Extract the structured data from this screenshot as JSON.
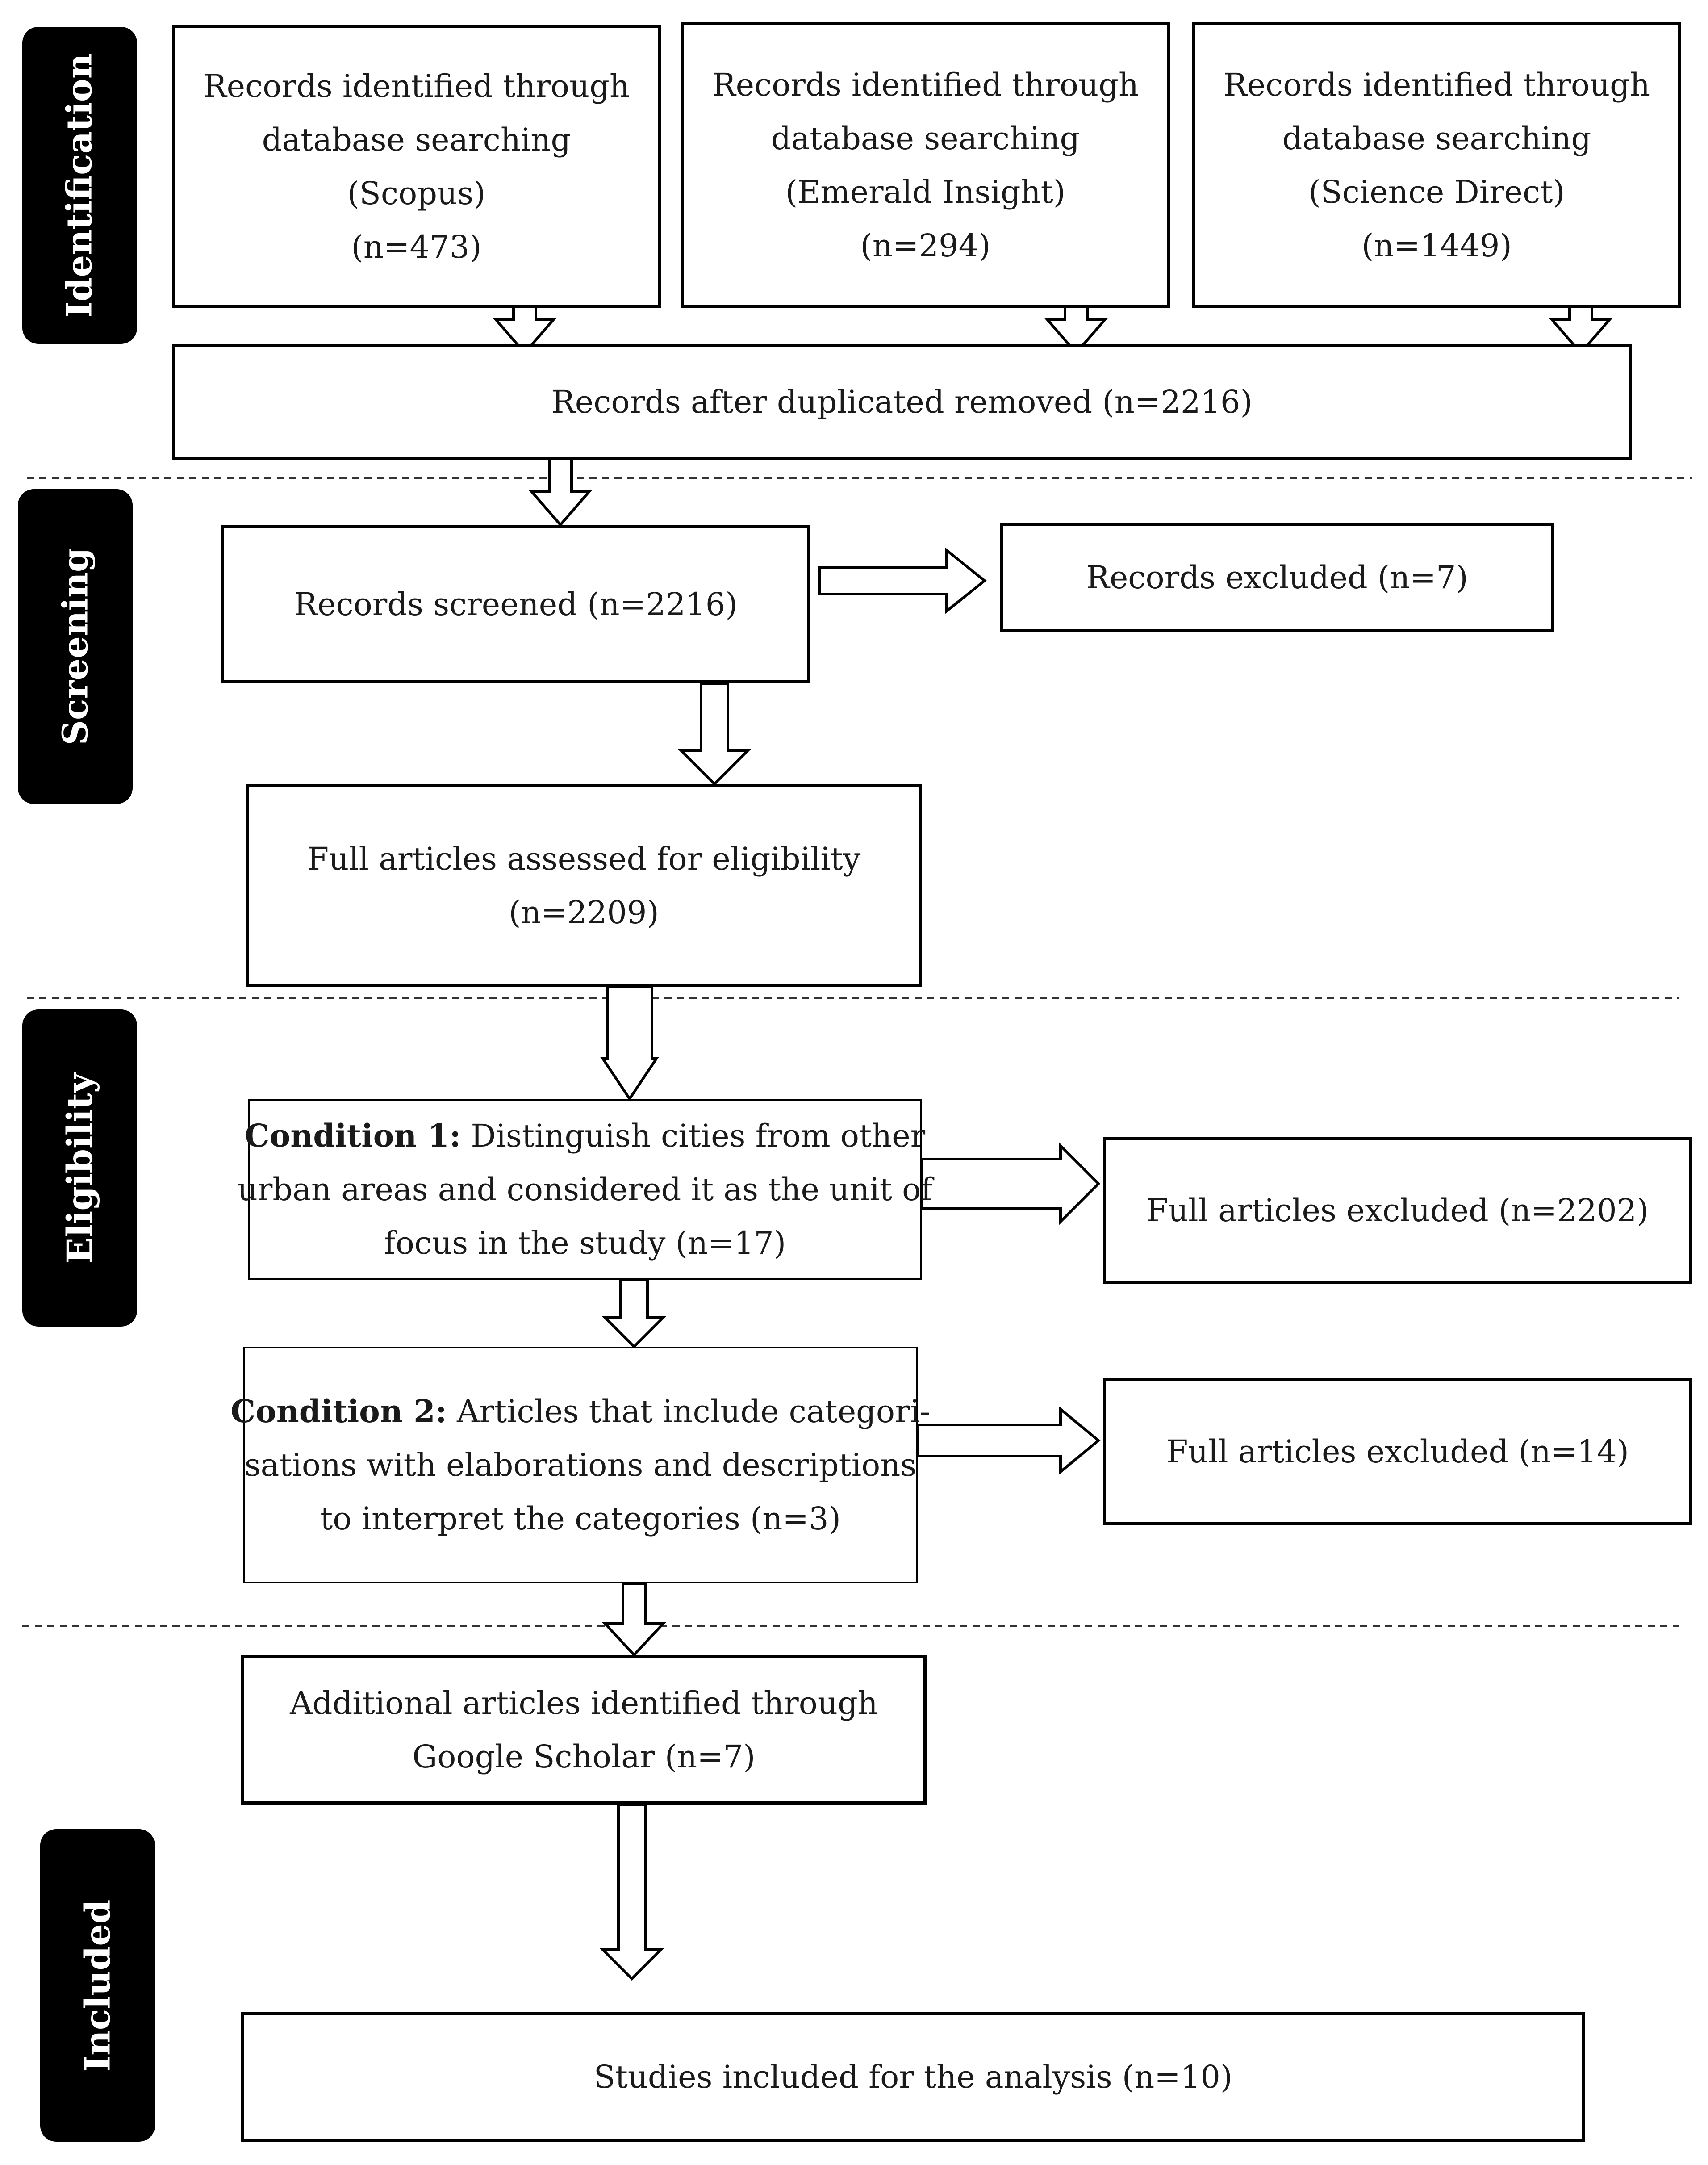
{
  "stages": {
    "identification": "Identification",
    "screening": "Screening",
    "eligibility": "Eligibility",
    "included": "Included"
  },
  "identification": {
    "scopus": [
      "Records identified through",
      "database searching",
      "(Scopus)",
      "(n=473)"
    ],
    "emerald": [
      "Records identified through",
      "database searching",
      "(Emerald Insight)",
      "(n=294)"
    ],
    "science_direct": [
      "Records identified through",
      "database searching",
      "(Science Direct)",
      "(n=1449)"
    ],
    "duplicates_removed": "Records after duplicated removed (n=2216)"
  },
  "screening": {
    "records_screened": "Records screened (n=2216)",
    "records_excluded": "Records excluded (n=7)",
    "full_articles_assessed": [
      "Full articles assessed for eligibility",
      "(n=2209)"
    ]
  },
  "eligibility": {
    "condition1": {
      "label": "Condition 1:",
      "lines": [
        " Distinguish cities from other",
        "urban areas and considered it as the unit of",
        "focus in the study (n=17)"
      ]
    },
    "condition1_excluded": "Full articles excluded (n=2202)",
    "condition2": {
      "label": "Condition 2:",
      "lines": [
        " Articles that include categori-",
        "sations with elaborations and descriptions",
        "to interpret the categories (n=3)"
      ]
    },
    "condition2_excluded": "Full articles excluded (n=14)",
    "additional": [
      "Additional articles identified through",
      "Google Scholar (n=7)"
    ]
  },
  "included": {
    "studies": "Studies included for the analysis (n=10)"
  }
}
